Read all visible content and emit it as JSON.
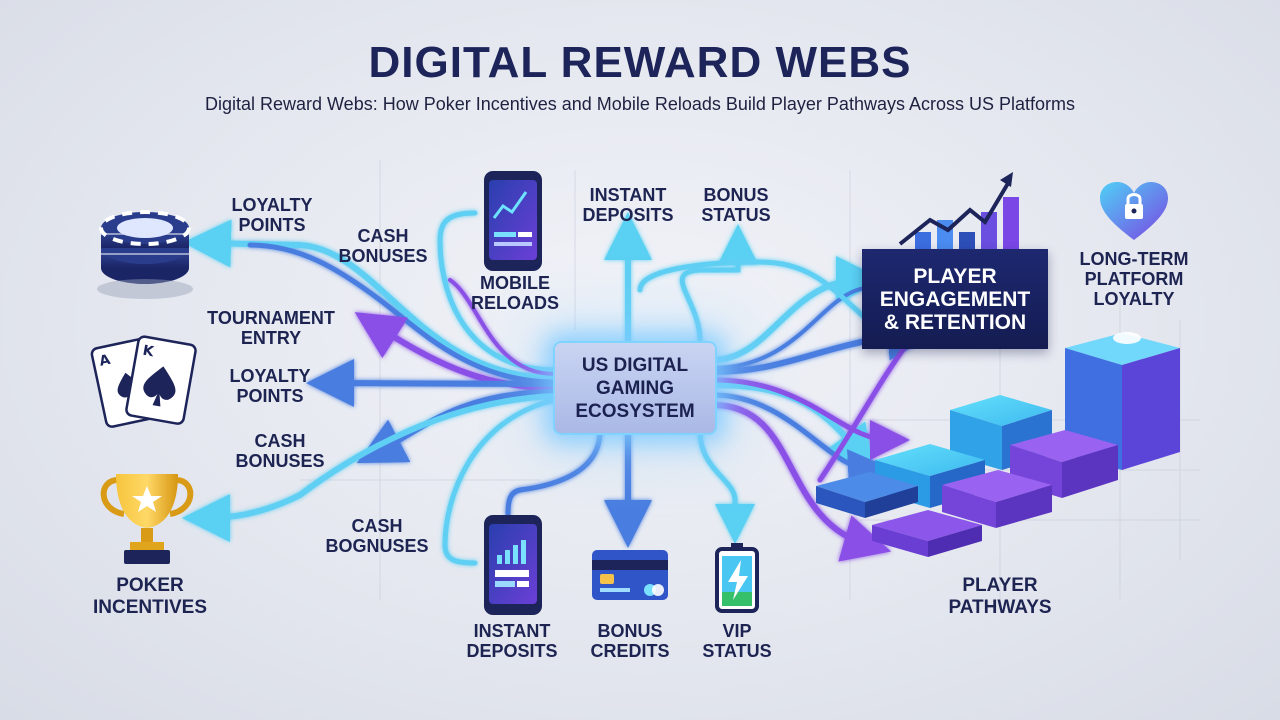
{
  "header": {
    "title": "DIGITAL REWARD WEBS",
    "subtitle": "Digital Reward Webs: How Poker Incentives and Mobile Reloads Build Player Pathways Across US Platforms"
  },
  "center": {
    "label": "US DIGITAL GAMING ECOSYSTEM"
  },
  "labels": {
    "loyalty_points_1": "LOYALTY POINTS",
    "cash_bonuses_1": "CASH BONUSES",
    "tournament_entry": "TOURNAMENT ENTRY",
    "loyalty_points_2": "LOYALTY POINTS",
    "cash_bonuses_2": "CASH BONUSES",
    "cash_bonuses_3": "CASH BOGNUSES",
    "poker_incentives": "POKER INCENTIVES",
    "mobile_reloads": "MOBILE RELOADS",
    "instant_deposits_top": "INSTANT DEPOSITS",
    "bonus_status": "BONUS STATUS",
    "instant_deposits_bottom": "INSTANT DEPOSITS",
    "bonus_credits": "BONUS CREDITS",
    "vip_status": "VIP STATUS",
    "engagement": "PLAYER ENGAGEMENT & RETENTION",
    "long_term": "LONG-TERM PLATFORM LOYALTY",
    "player_pathways": "PLAYER PATHWAYS"
  },
  "colors": {
    "navy": "#1c2459",
    "cyan": "#5cd3f5",
    "blue": "#4f7fe0",
    "purple": "#8a4fe6",
    "gold": "#f0b020"
  },
  "icons": [
    "poker-chips-icon",
    "playing-cards-icon",
    "trophy-icon",
    "smartphone-chart-icon",
    "credit-card-icon",
    "battery-bolt-icon",
    "heart-lock-icon",
    "growth-chart-icon",
    "steps-blocks-icon"
  ]
}
